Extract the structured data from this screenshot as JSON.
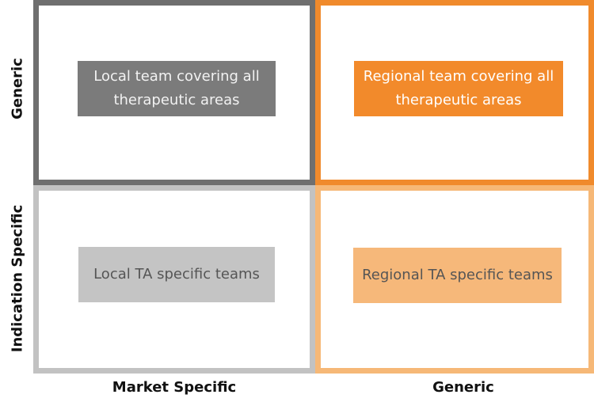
{
  "quadrants": {
    "top_left": {
      "text": "Local team covering all therapeutic areas"
    },
    "top_right": {
      "text": "Regional team covering all therapeutic areas"
    },
    "bottom_left": {
      "text": "Local TA specific teams"
    },
    "bottom_right": {
      "text": "Regional TA specific teams"
    }
  },
  "axes": {
    "y_top": "Generic",
    "y_bottom": "Indication Specific",
    "x_left": "Market Specific",
    "x_right": "Generic"
  },
  "colors": {
    "dark_gray": "#7b7b7b",
    "light_gray": "#c4c4c4",
    "orange": "#f28a2b",
    "light_orange": "#f6b87a"
  }
}
